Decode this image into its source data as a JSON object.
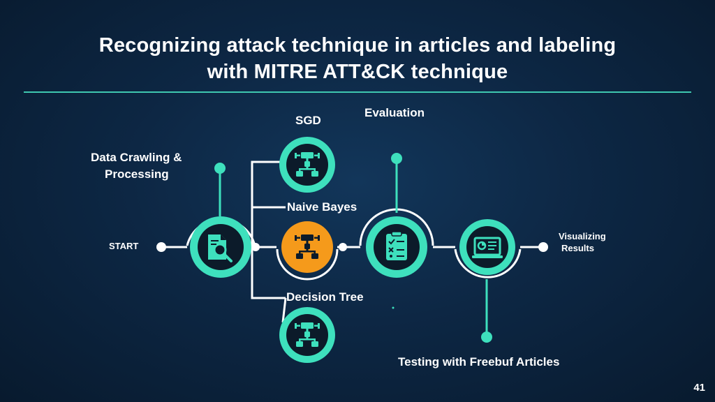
{
  "slide": {
    "title_line1": "Recognizing attack technique in articles and labeling",
    "title_line2": "with MITRE ATT&CK technique",
    "page_number": "41"
  },
  "labels": {
    "start": "START",
    "data_crawling_line1": "Data Crawling &",
    "data_crawling_line2": "Processing",
    "sgd": "SGD",
    "naive_bayes": "Naive Bayes",
    "decision_tree": "Decision Tree",
    "evaluation": "Evaluation",
    "visualizing_line1": "Visualizing",
    "visualizing_line2": "Results",
    "testing": "Testing with Freebuf Articles"
  },
  "colors": {
    "accent_teal": "#3ee0bd",
    "highlight_orange": "#f59a1b",
    "node_dark": "#0c1b2a",
    "background": "#0d2744"
  },
  "icons": {
    "data_crawling": "document-search-icon",
    "sgd": "tree-diagram-icon",
    "naive_bayes": "tree-diagram-icon",
    "decision_tree": "tree-diagram-icon",
    "evaluation": "checklist-icon",
    "visualizing": "monitor-chart-icon"
  }
}
